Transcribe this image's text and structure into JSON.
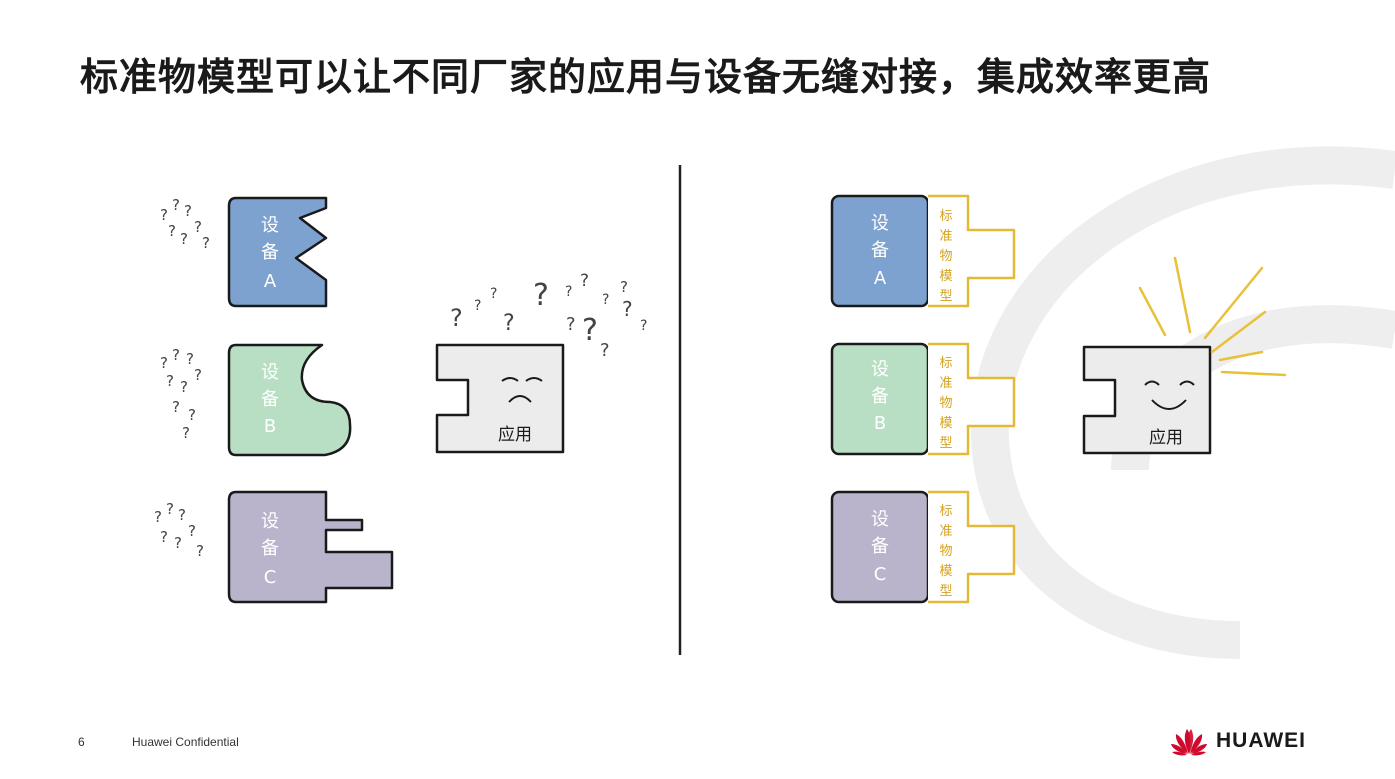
{
  "title": "标准物模型可以让不同厂家的应用与设备无缝对接，集成效率更高",
  "left_panel": {
    "devices": [
      {
        "line1": "设",
        "line2": "备",
        "line3": "A",
        "color": "#7da2cf"
      },
      {
        "line1": "设",
        "line2": "备",
        "line3": "B",
        "color": "#b8dfc4"
      },
      {
        "line1": "设",
        "line2": "备",
        "line3": "C",
        "color": "#b9b4cb"
      }
    ],
    "app_label": "应用"
  },
  "right_panel": {
    "devices": [
      {
        "line1": "设",
        "line2": "备",
        "line3": "A",
        "color": "#7da2cf"
      },
      {
        "line1": "设",
        "line2": "备",
        "line3": "B",
        "color": "#b8dfc4"
      },
      {
        "line1": "设",
        "line2": "备",
        "line3": "C",
        "color": "#b9b4cb"
      }
    ],
    "model_chars": [
      "标",
      "准",
      "物",
      "模",
      "型"
    ],
    "model_color": "#e3b93a",
    "app_label": "应用"
  },
  "footer": {
    "page_number": "6",
    "confidential": "Huawei Confidential",
    "brand": "HUAWEI"
  }
}
